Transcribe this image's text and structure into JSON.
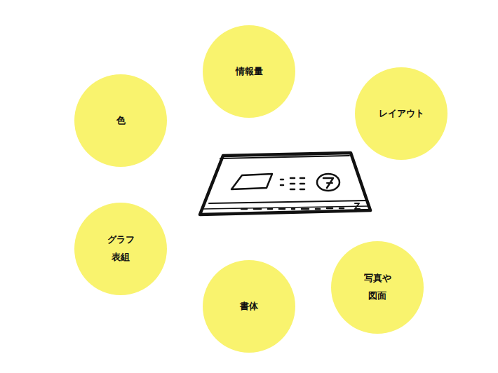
{
  "diagram": {
    "nodes": [
      {
        "text": [
          "情報量"
        ]
      },
      {
        "text": [
          "色"
        ]
      },
      {
        "text": [
          "レイアウト"
        ]
      },
      {
        "text": [
          "グラフ 表組"
        ]
      },
      {
        "text": [
          "写真や 図面"
        ]
      },
      {
        "text": [
          "書体"
        ]
      }
    ]
  }
}
